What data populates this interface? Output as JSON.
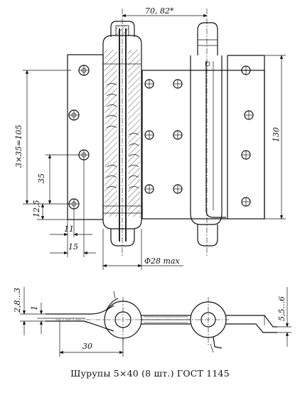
{
  "dimensions": {
    "top_width": "70, 82*",
    "pitch": "3×35=105",
    "spacing": "35",
    "edge_offset": "12,5",
    "offset_11": "11",
    "offset_15": "15",
    "height_130": "130",
    "diameter": "Φ28 max",
    "thickness_range": "2,8...3",
    "gap_1": "1",
    "open_offset": "5,5...6",
    "base_30": "30"
  },
  "caption": "Шурупы 5×40 (8 шт.) ГОСТ 1145"
}
